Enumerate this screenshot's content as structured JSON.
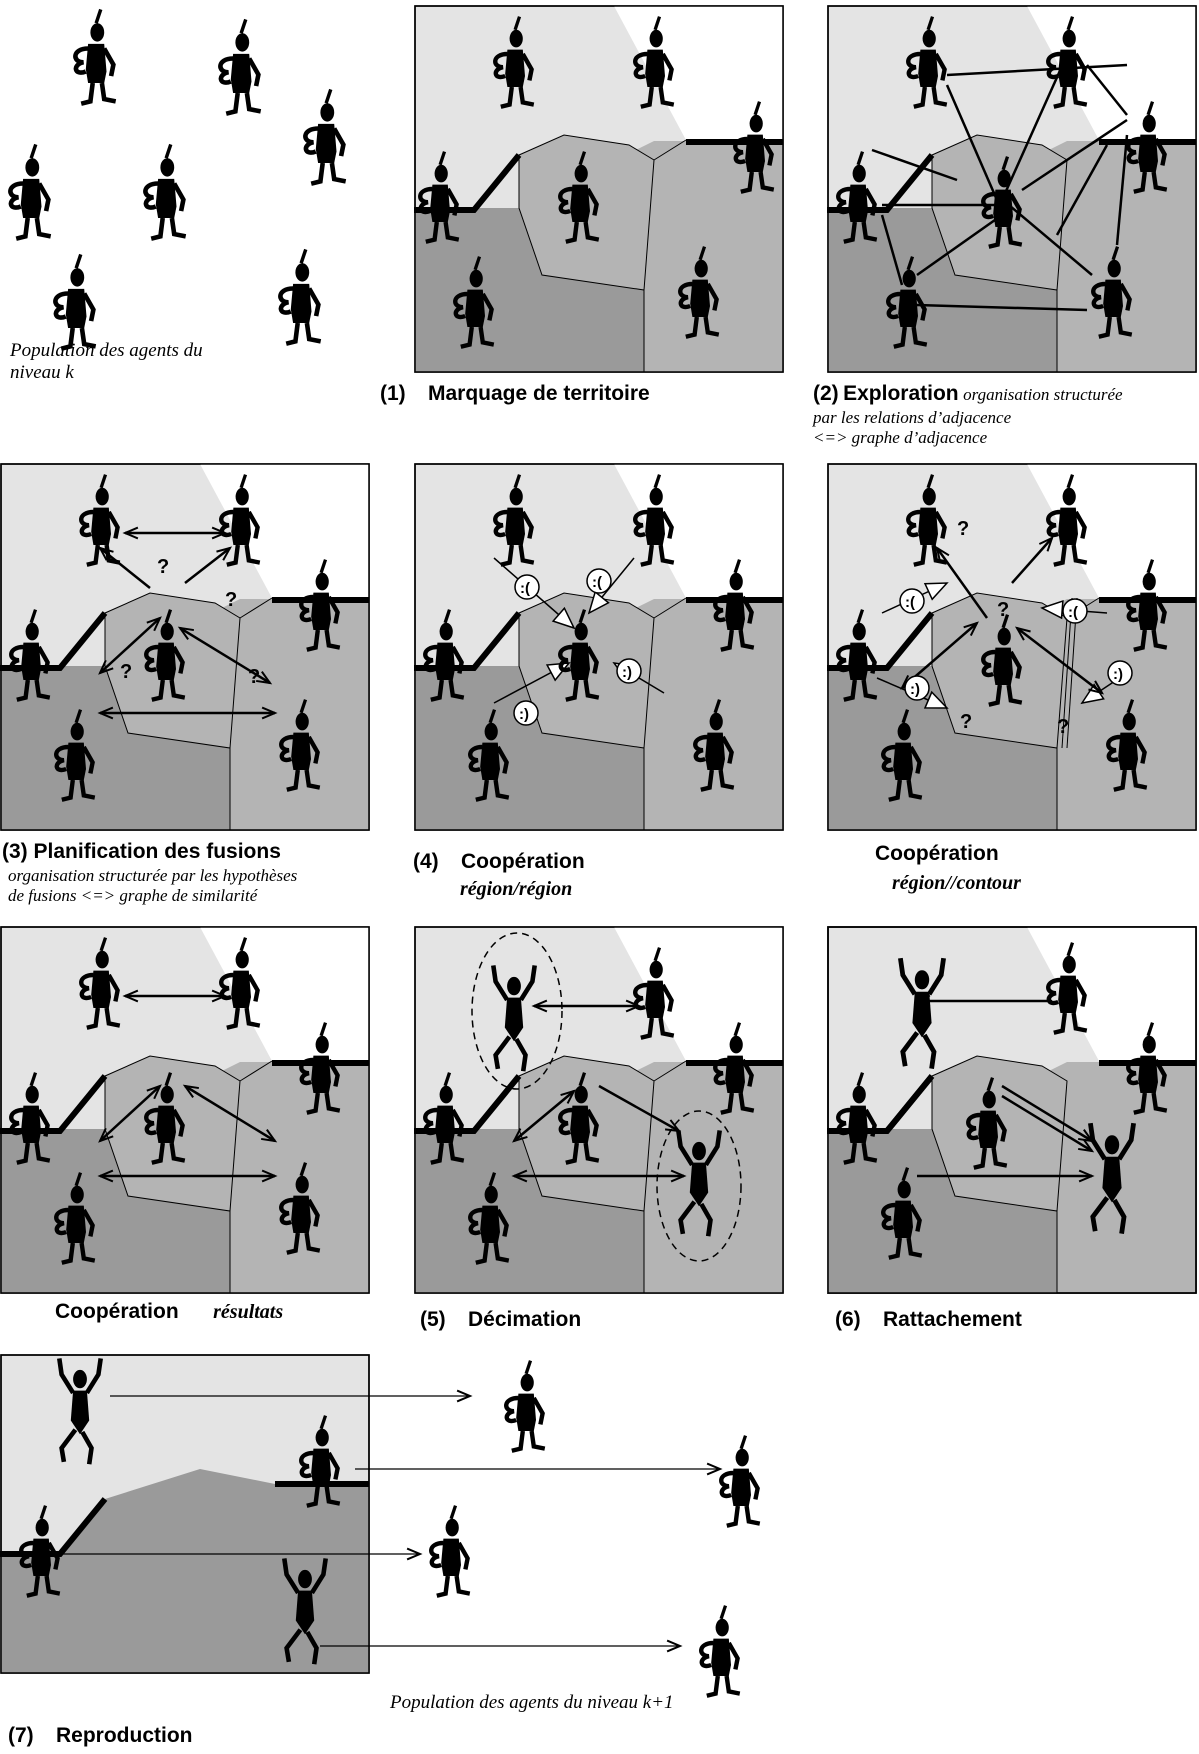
{
  "captions": {
    "population_k": "Population des agents du niveau k",
    "step1": {
      "num": "(1)",
      "title": "Marquage de territoire"
    },
    "step2": {
      "num": "(2)",
      "title": "Exploration",
      "desc1": "organisation structurée",
      "desc2": "par les relations d’adjacence",
      "desc3": "<=> graphe d’adjacence"
    },
    "step3": {
      "num": "(3)",
      "title": "Planification des fusions",
      "desc1": "organisation structurée par les hypothèses",
      "desc2": "de fusions <=> graphe de similarité"
    },
    "step4": {
      "num": "(4)",
      "title": "Coopération",
      "sub": "région/région"
    },
    "coop_contour": {
      "title": "Coopération",
      "sub": "région//contour"
    },
    "coop_results": {
      "title": "Coopération",
      "sub": "résultats"
    },
    "step5": {
      "num": "(5)",
      "title": "Décimation"
    },
    "step6": {
      "num": "(6)",
      "title": "Rattachement"
    },
    "step7": {
      "num": "(7)",
      "title": "Reproduction"
    },
    "population_k1": "Population des agents du niveau k+1"
  },
  "symbols": {
    "question": "?",
    "sad": ":(",
    "happy": ":)"
  },
  "colors": {
    "light_region": "#e4e4e4",
    "white_region": "#ffffff",
    "mid_region": "#b4b4b4",
    "dark_region": "#9a9a9a",
    "ink": "#000000"
  }
}
